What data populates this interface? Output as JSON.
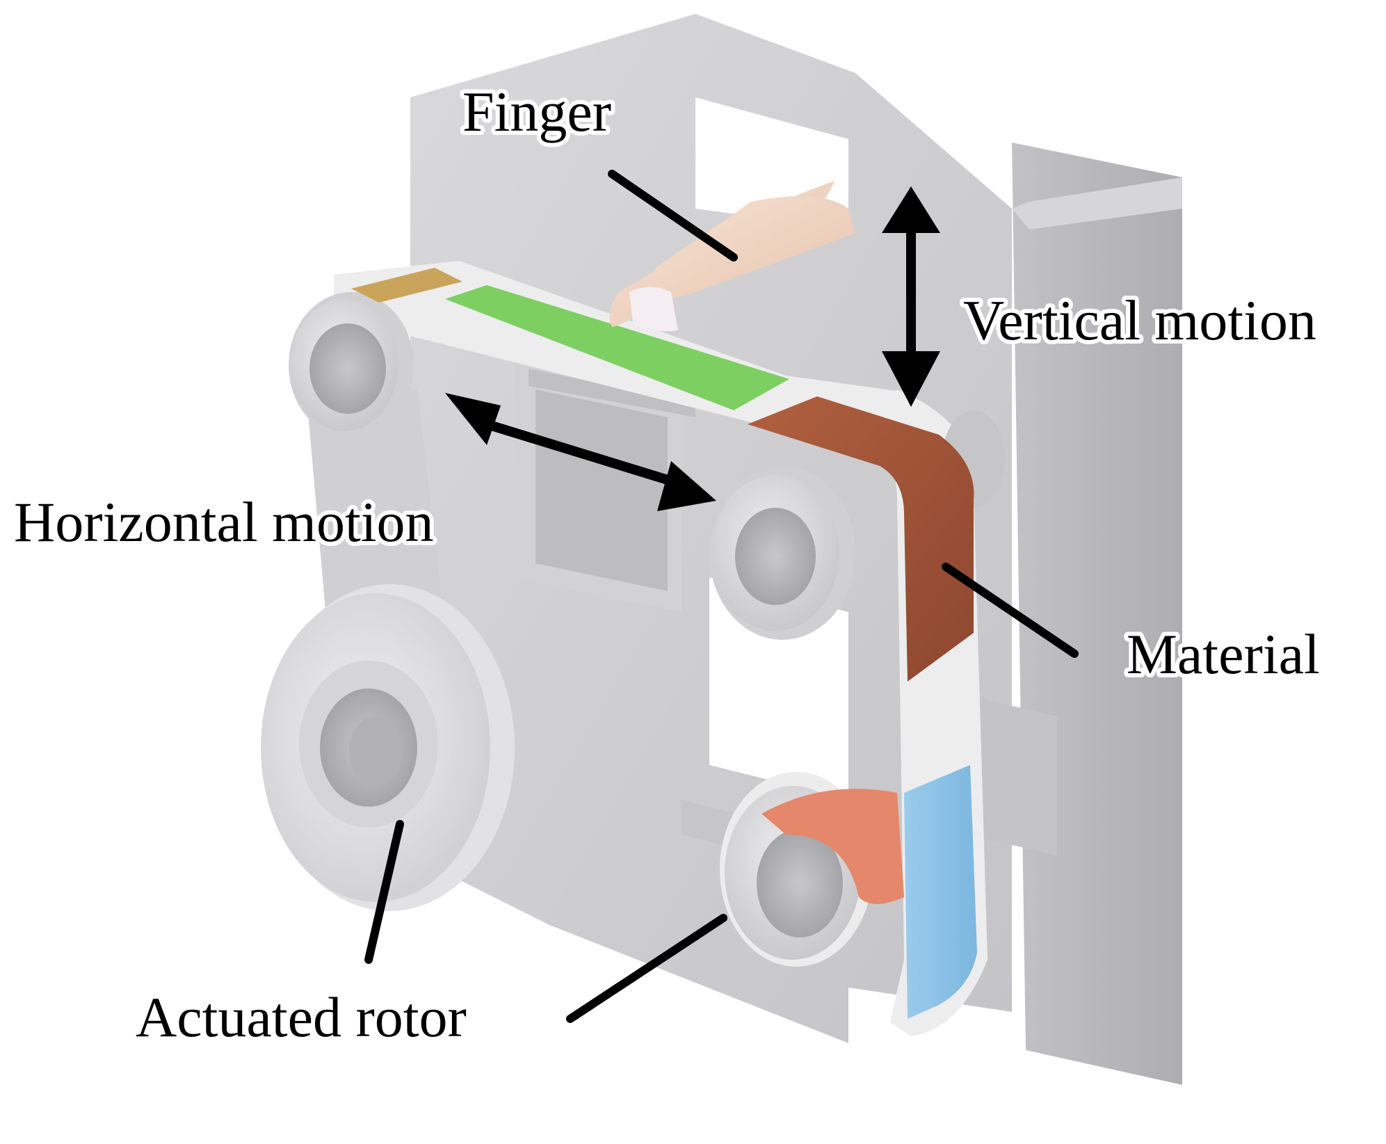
{
  "labels": {
    "finger": "Finger",
    "vertical": "Vertical motion",
    "horizontal": "Horizontal motion",
    "material": "Material",
    "rotor": "Actuated rotor"
  },
  "colors": {
    "frame": "#cfcfd1",
    "frame_dark": "#b9b9bc",
    "frame_light": "#dcdcde",
    "belt": "#ededee",
    "patch_gold": "#c9a45a",
    "patch_green": "#7ecf62",
    "patch_brown": "#a3553a",
    "patch_salmon": "#e5876b",
    "patch_blue": "#8dc3e8",
    "finger_skin": "#f1d6c4",
    "nail": "#f4eef2"
  }
}
